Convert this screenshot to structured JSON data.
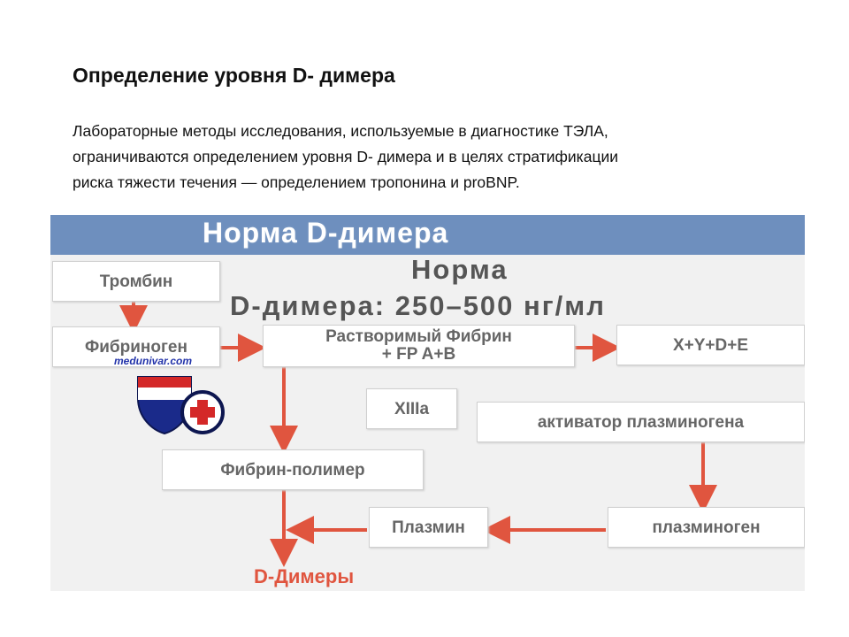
{
  "slide": {
    "title": "Определение уровня D- димера",
    "paragraph_lines": [
      "Лабораторные методы исследования, используемые в диагностике ТЭЛА,",
      "ограничиваются определением уровня D- димера и в целях стратификации",
      "риска тяжести течения — определением тропонина и proBNP."
    ]
  },
  "figure": {
    "banner": "Норма D-димера",
    "norm_line1": "Норма",
    "norm_line2": "D-димера: 250–500 нг/мл",
    "boxes": {
      "thrombin": "Тромбин",
      "fibrinogen": "Фибриноген",
      "soluble_fibrin_1": "Растворимый Фибрин",
      "soluble_fibrin_2": "+ FP A+B",
      "xyde": "X+Y+D+E",
      "xiiia": "XIIIa",
      "activator": "активатор плазминогена",
      "fibrin_polymer": "Фибрин-полимер",
      "plasmin": "Плазмин",
      "plasminogen": "плазминоген"
    },
    "result": "D-Димеры",
    "watermark": "medunivar.com",
    "colors": {
      "banner": "#6e8fbe",
      "arrow": "#e0553f",
      "box_text": "#666666"
    }
  }
}
